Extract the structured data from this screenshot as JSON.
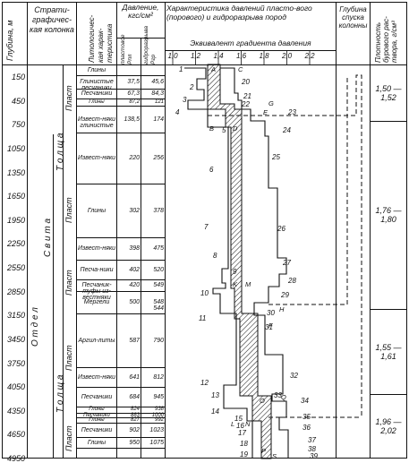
{
  "headers": {
    "depth": "Глубина, м",
    "strat": "Страти-графичес-кая колонка",
    "lith": "Литологичес-кая харак-теристика",
    "pressure": "Давление, кгс/см²",
    "pressure_plast": "пластовое Pпл",
    "pressure_grp": "гидроразрыва Pгр",
    "chart_title": "Характеристика давлений пласто-вого (порового) и гидроразрыва пород",
    "gradient": "Эквивалент градиента давления",
    "casing": "Глубина спуска колонны",
    "density": "Плотность бурового рас-твора, г/см³"
  },
  "ticks": [
    "1,0",
    "1,2",
    "1,4",
    "1,6",
    "1,8",
    "2,0",
    "2,2"
  ],
  "depths": [
    "150",
    "450",
    "750",
    "1050",
    "1350",
    "1650",
    "1950",
    "2250",
    "2550",
    "2850",
    "3150",
    "3450",
    "3750",
    "4050",
    "4350",
    "4650",
    "4950"
  ],
  "strat": {
    "otdel": "О т д е л",
    "svita": "С в и т а",
    "tolscha1": "Т о л щ а",
    "tolscha2": "Т о л щ а",
    "plast1": "Пласт",
    "plast2": "Пласт",
    "plast3": "Пласт",
    "plast4": "Пласт",
    "plast5": "Пласт"
  },
  "lithology": [
    {
      "name": "Глины",
      "pp": "",
      "pgr": ""
    },
    {
      "name": "Глинистые песчаники",
      "pp": "37,5",
      "pgr": "45,6"
    },
    {
      "name": "Песчаники",
      "pp": "67,3",
      "pgr": "84,3"
    },
    {
      "name": "Глины",
      "pp": "87,2",
      "pgr": "121"
    },
    {
      "name": "Извест-няки глинистые",
      "pp": "138,5",
      "pgr": "174"
    },
    {
      "name": "Извест-няки",
      "pp": "220",
      "pgr": "256"
    },
    {
      "name": "Глины",
      "pp": "302",
      "pgr": "378"
    },
    {
      "name": "Извест-няки",
      "pp": "398",
      "pgr": "475"
    },
    {
      "name": "Песча-ники",
      "pp": "402",
      "pgr": "520"
    },
    {
      "name": "Песчаник-туфы из-вестняки",
      "pp": "420",
      "pgr": "549"
    },
    {
      "name": "Мергели",
      "pp": "500",
      "pgr": "548 544"
    },
    {
      "name": "Аргил-литы",
      "pp": "587",
      "pgr": "790"
    },
    {
      "name": "Извест-няки",
      "pp": "641",
      "pgr": "812"
    },
    {
      "name": "Песчаники",
      "pp": "684",
      "pgr": "945"
    },
    {
      "name": "Глины",
      "pp": "824",
      "pgr": "938"
    },
    {
      "name": "Песчаники",
      "pp": "883",
      "pgr": "1000"
    },
    {
      "name": "Глины",
      "pp": "827",
      "pgr": "992"
    },
    {
      "name": "Песчаники",
      "pp": "902",
      "pgr": "1023"
    },
    {
      "name": "Глины",
      "pp": "950",
      "pgr": "1075"
    }
  ],
  "curve_labels": [
    "1",
    "2",
    "3",
    "4",
    "5",
    "6",
    "7",
    "8",
    "9",
    "10",
    "11",
    "12",
    "13",
    "14",
    "15",
    "16",
    "17",
    "18",
    "19",
    "20",
    "21",
    "22",
    "23",
    "24",
    "25",
    "26",
    "27",
    "28",
    "29",
    "30",
    "31",
    "32",
    "33",
    "34",
    "35",
    "36",
    "37",
    "38",
    "39"
  ],
  "point_labels": [
    "A",
    "B",
    "C",
    "D",
    "E",
    "G",
    "K",
    "M",
    "H",
    "F",
    "L",
    "N",
    "O",
    "Q",
    "P",
    "S"
  ],
  "density": [
    {
      "value": "1,50 — 1,52"
    },
    {
      "value": "1,76 — 1,80"
    },
    {
      "value": "1,55 — 1,61"
    },
    {
      "value": "1,96 — 2,02"
    }
  ]
}
